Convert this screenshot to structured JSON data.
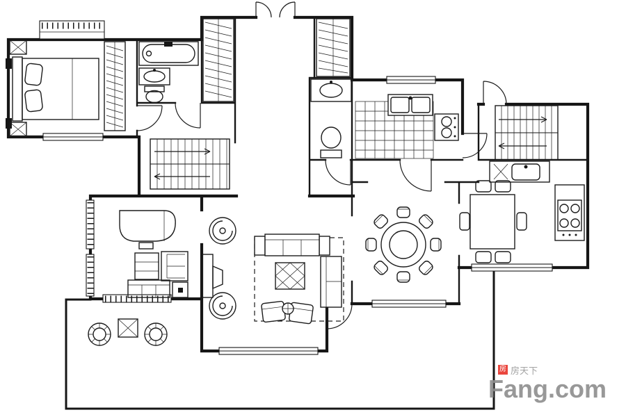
{
  "watermark": {
    "logo_char": "房",
    "brand_cn": "房天下",
    "brand_en": "Fang.com",
    "text_color": "#8d8d8d",
    "logo_color": "#e8332a"
  },
  "palette": {
    "line": "#161616",
    "background": "#ffffff"
  },
  "floor_plan": {
    "kind": "residential floor plan line drawing",
    "rooms": [
      "bedroom",
      "bathroom",
      "walk-in-closet",
      "entry",
      "hallway",
      "staircase-main",
      "staircase-secondary",
      "kitchen",
      "water-closet",
      "dining-room",
      "living-room",
      "family-room",
      "breakfast-area",
      "terrace"
    ]
  }
}
